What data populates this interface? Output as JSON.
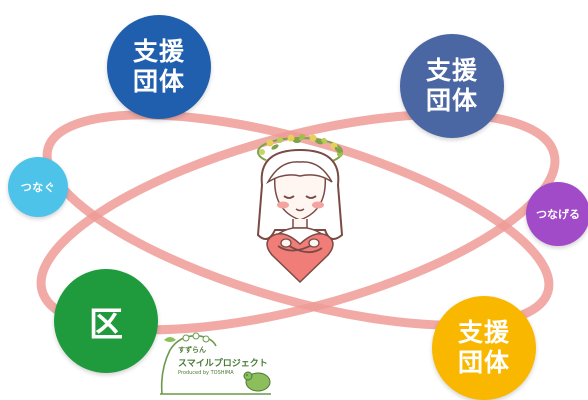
{
  "nodes": {
    "top_left": {
      "label": "支援団体",
      "color": "#1f5fae"
    },
    "top_right": {
      "label": "支援団体",
      "color": "#4a66a3"
    },
    "bottom_right": {
      "label": "支援団体",
      "color": "#f9b700"
    },
    "ward": {
      "label": "区",
      "color": "#1f9a3c"
    },
    "connect_left": {
      "label": "つなぐ",
      "color": "#4dc3ea"
    },
    "connect_right": {
      "label": "つなげる",
      "color": "#a14bc8"
    }
  },
  "logo": {
    "title": "すずらん",
    "name": "スマイルプロジェクト",
    "sub": "Produced by TOSHIMA"
  },
  "orbit_color": "#ef9b96"
}
